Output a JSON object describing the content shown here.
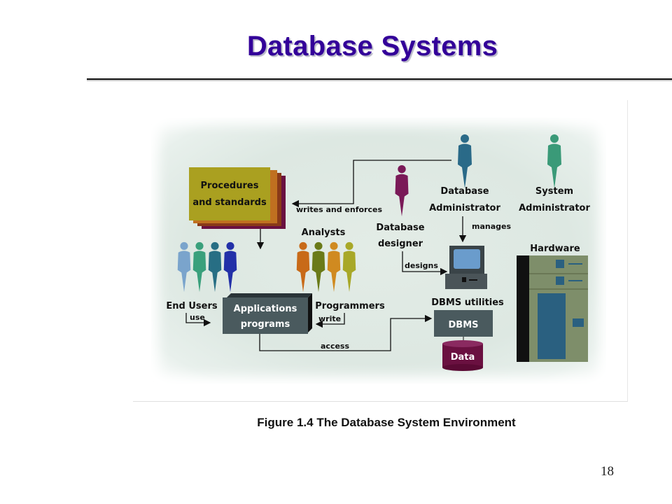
{
  "slide": {
    "title": "Database Systems",
    "caption": "Figure 1.4 The Database System Environment",
    "page_number": "18"
  },
  "diagram": {
    "nodes": {
      "procedures": {
        "line1": "Procedures",
        "line2": "and standards"
      },
      "dba": {
        "line1": "Database",
        "line2": "Administrator"
      },
      "sysadmin": {
        "line1": "System",
        "line2": "Administrator"
      },
      "designer": {
        "line1": "Database",
        "line2": "designer"
      },
      "analysts": "Analysts",
      "end_users": "End Users",
      "programmers": "Programmers",
      "app_programs": {
        "line1": "Applications",
        "line2": "programs"
      },
      "dbms_utilities": "DBMS utilities",
      "dbms": "DBMS",
      "data": "Data",
      "hardware": "Hardware"
    },
    "edges": {
      "writes_enforces": "writes and enforces",
      "manages": "manages",
      "designs": "designs",
      "use": "use",
      "write": "write",
      "access": "access"
    },
    "colors": {
      "dba": "#2a6a88",
      "sysadmin": "#3a9a78",
      "designer": "#7a1a58",
      "end_users": [
        "#7aa4cc",
        "#3aa07c",
        "#276e84",
        "#2230a8"
      ],
      "analysts": [
        "#c86a18",
        "#6a7a18",
        "#d08a20",
        "#a8a828"
      ],
      "procedures": "#aaa020",
      "app_box": "#4a5a5e",
      "data": "#6a1040",
      "hardware": "#7e8e6a"
    }
  }
}
